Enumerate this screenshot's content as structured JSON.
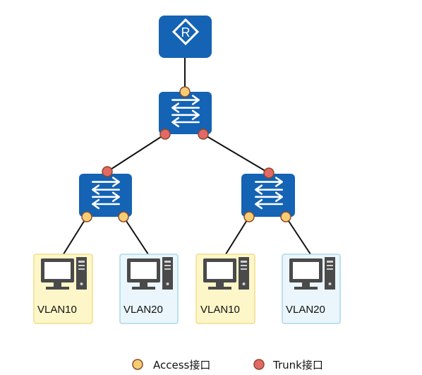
{
  "colors": {
    "device_blue": "#1463b4",
    "access_port": "#f7cd74",
    "trunk_port": "#e46866",
    "port_stroke": "#8a4a2c",
    "vlan10_fill": "#fdf6c8",
    "vlan10_border": "#f1dd8a",
    "vlan20_fill": "#eaf6fb",
    "vlan20_border": "#a9d7ea",
    "link": "#111111"
  },
  "devices": {
    "router_icon": "router-icon",
    "switch_icon": "switch-icon",
    "pc_icon": "computer-icon"
  },
  "pcs": [
    {
      "label": "VLAN10",
      "vlan": "10"
    },
    {
      "label": "VLAN20",
      "vlan": "20"
    },
    {
      "label": "VLAN10",
      "vlan": "10"
    },
    {
      "label": "VLAN20",
      "vlan": "20"
    }
  ],
  "legend": {
    "access": "Access接口",
    "trunk": "Trunk接口"
  }
}
